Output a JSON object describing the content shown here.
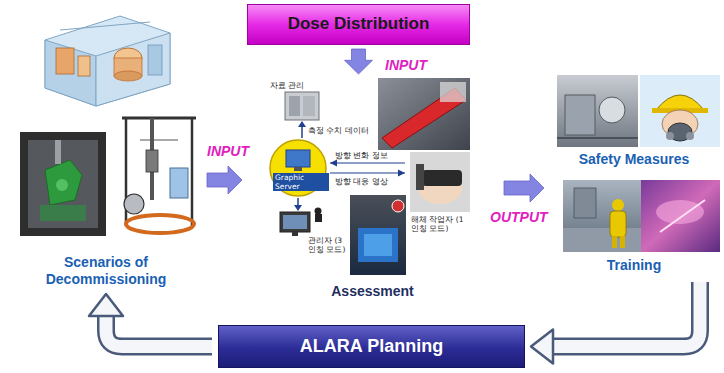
{
  "diagram": {
    "nodes": [
      {
        "text": [
          "Dose Distribution"
        ]
      },
      {
        "text": [
          "Scenarios of Decommissioning"
        ]
      },
      {
        "text": [
          "Assessment"
        ]
      },
      {
        "text": [
          "Safety Measures"
        ]
      },
      {
        "text": [
          "Training"
        ]
      },
      {
        "text": [
          "ALARA Planning"
        ]
      }
    ],
    "edges": [
      {
        "from": 0,
        "to": 2,
        "label": "INPUT",
        "arrow": "to"
      },
      {
        "from": 1,
        "to": 2,
        "label": "INPUT",
        "arrow": "to"
      },
      {
        "from": 2,
        "to": 4,
        "label": "OUTPUT",
        "arrow": "to"
      },
      {
        "from": 4,
        "to": 5,
        "arrow": "to"
      },
      {
        "from": 5,
        "to": 1,
        "arrow": "to"
      }
    ],
    "labels": [
      "자료 관리",
      "측정 수치 데이터",
      "방향 변화 정보",
      "방향 대응 영상",
      "Graphic Server",
      "해체 작업자 (1인칭 모드)",
      "관리자 (3인칭 모드)"
    ]
  }
}
